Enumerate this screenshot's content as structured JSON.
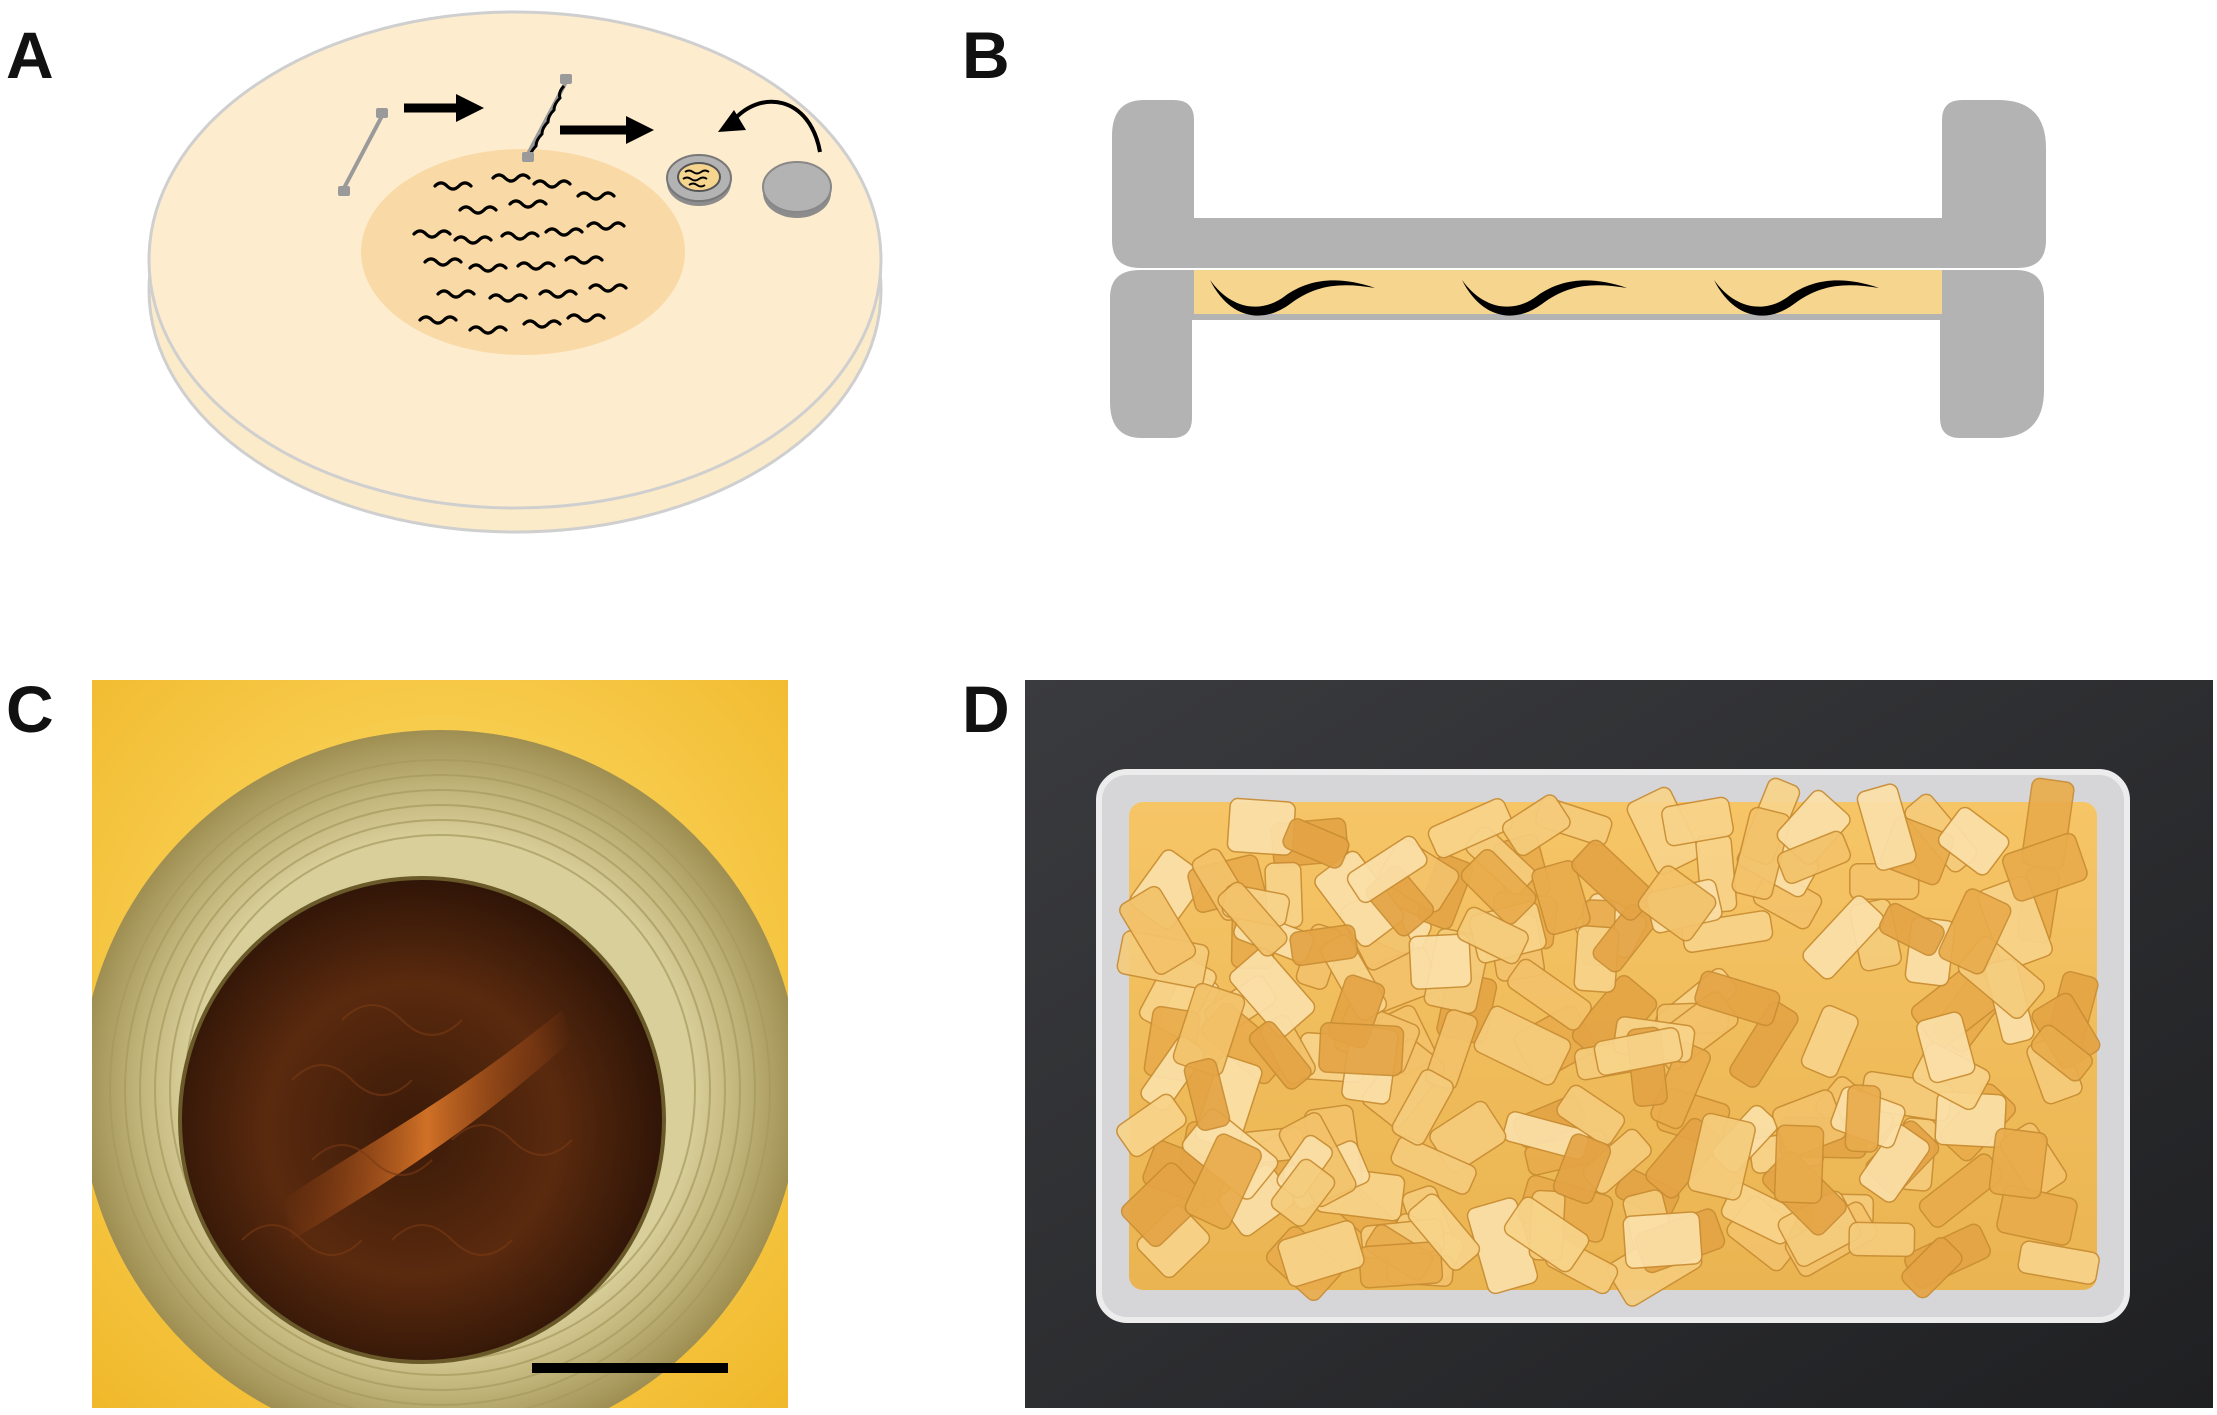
{
  "figure": {
    "panels": [
      {
        "id": "A",
        "label": "A",
        "content": "agar-plate-with-worm-pick-and-sample-holder"
      },
      {
        "id": "B",
        "label": "B",
        "content": "sample-holder-cross-section-with-worms"
      },
      {
        "id": "C",
        "label": "C",
        "content": "photo-sample-holder-top-view",
        "has_scale_bar": true
      },
      {
        "id": "D",
        "label": "D",
        "content": "photo-box-of-sample-holders"
      }
    ],
    "colors": {
      "plate": "#fcebc9",
      "plate_rim": "#cfcfcf",
      "food_lawn": "#f9d9a6",
      "holder_gray": "#b3b3b3",
      "holder_dark": "#8c8c8c",
      "worm": "#000000",
      "sample_fill": "#f6d58f",
      "photo_c_bg": "#f3c63d",
      "photo_d_bg": "#2a2b2e"
    }
  }
}
